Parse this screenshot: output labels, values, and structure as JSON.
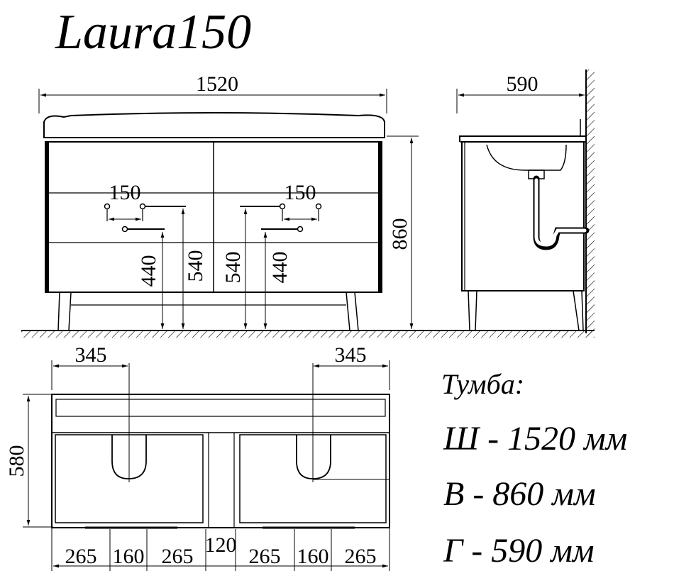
{
  "title": "Laura150",
  "front": {
    "width": "1520",
    "height": "860",
    "pipe_spacing_left": "150",
    "pipe_spacing_right": "150",
    "left_low": "440",
    "left_high": "540",
    "right_high": "540",
    "right_low": "440"
  },
  "side": {
    "depth": "590"
  },
  "top": {
    "left_offset": "345",
    "right_offset": "345",
    "depth": "580",
    "seg1": "265",
    "seg2": "160",
    "seg3": "265",
    "seg4": "120",
    "seg5": "265",
    "seg6": "160",
    "seg7": "265"
  },
  "specs": {
    "heading": "Тумба:",
    "width": "Ш - 1520 мм",
    "height": "В - 860 мм",
    "depth": "Г - 590 мм"
  }
}
